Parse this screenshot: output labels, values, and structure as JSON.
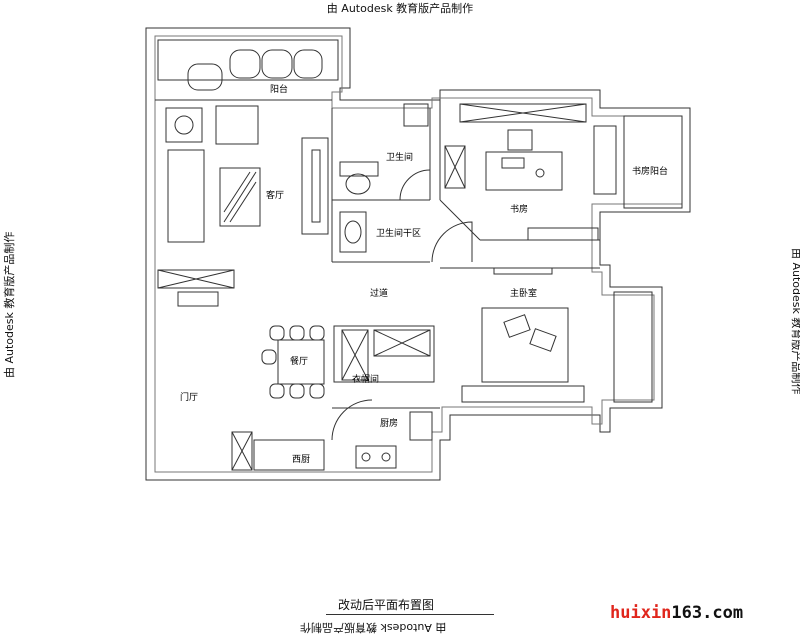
{
  "watermark": "由 Autodesk 教育版产品制作",
  "rooms": {
    "balcony": "阳台",
    "living_room": "客厅",
    "bathroom": "卫生间",
    "study": "书房",
    "study_balcony": "书房阳台",
    "bathroom_dry": "卫生间干区",
    "corridor": "过道",
    "master_bedroom": "主卧室",
    "dining_room": "餐厅",
    "closet": "衣帽间",
    "foyer": "门厅",
    "kitchen": "厨房",
    "western_kitchen": "西厨"
  },
  "caption": "改动后平面布置图",
  "site": {
    "red": "huixin",
    "black": "163.com"
  }
}
